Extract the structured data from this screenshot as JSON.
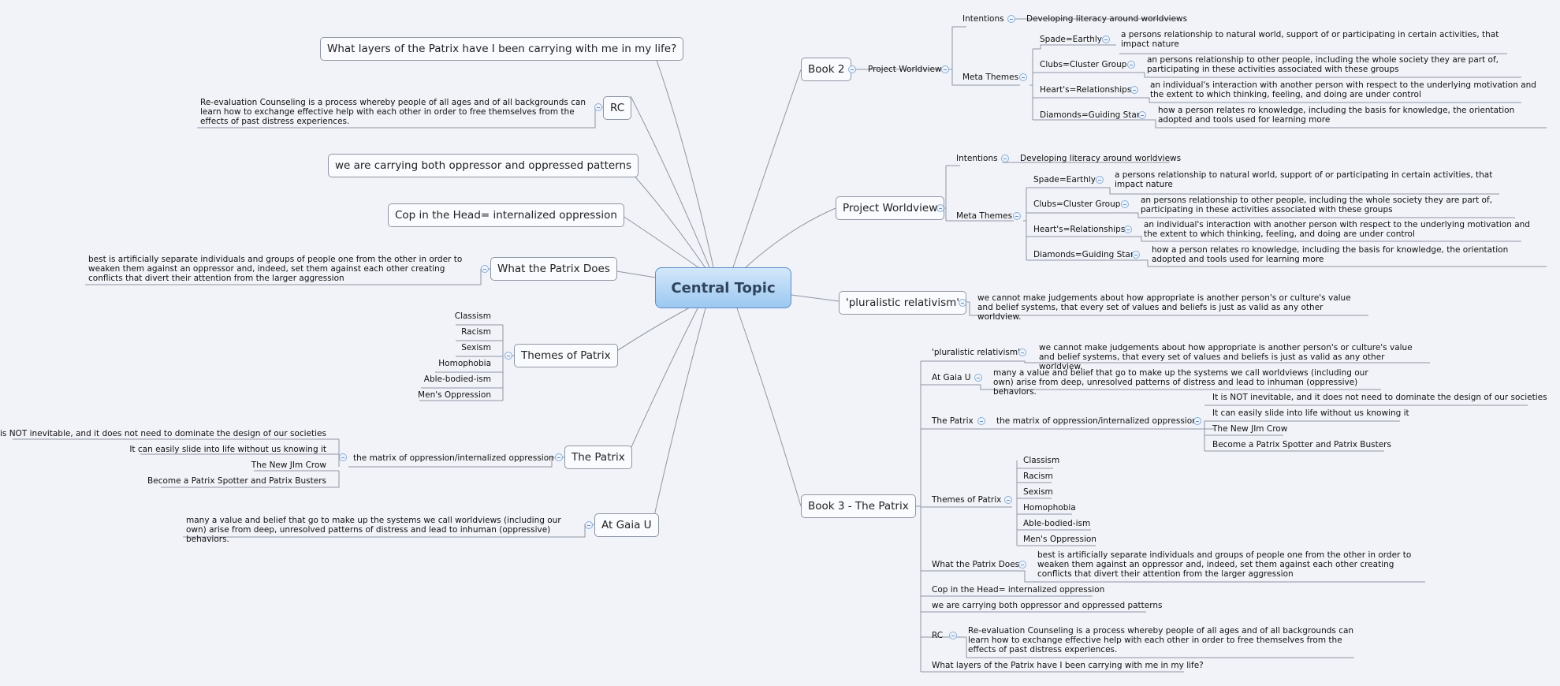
{
  "central": "Central Topic",
  "left": {
    "q_layers": "What layers of the Patrix have I been carrying with me in my life?",
    "rc": "RC",
    "rc_desc": "Re-evaluation Counseling is a process whereby people of all ages and of all backgrounds can learn how to exchange effective help with each other in order to free themselves from the effects of past distress experiences.",
    "both": "we are carrying both oppressor and oppressed patterns",
    "cop": "Cop in the Head= internalized oppression",
    "what_does": "What the Patrix Does",
    "what_does_desc": "best is artificially separate individuals and groups of people one from the other in order to weaken them against an oppressor and, indeed, set them against each other creating conflicts that divert their attention from the larger aggression",
    "themes": "Themes of Patrix",
    "theme_items": [
      "Classism",
      "Racism",
      "Sexism",
      "Homophobia",
      "Able-bodied-ism",
      "Men's Oppression"
    ],
    "patrix": "The Patrix",
    "matrix": "the matrix of oppression/internalized oppression",
    "matrix_items": [
      "It is NOT inevitable, and it does not need to dominate the design of our societies",
      "It can easily slide into life without us knowing it",
      "The New JIm Crow",
      "Become a Patrix Spotter and Patrix Busters"
    ],
    "gaia": "At Gaia U",
    "gaia_desc": "many a value and belief that go to make up the systems we call worldviews (including our own) arise from deep, unresolved patterns of distress and lead to inhuman (oppressive) behaviors."
  },
  "book2": {
    "label": "Book 2",
    "pw": "Project Worldview",
    "intentions": "Intentions",
    "intentions_val": "Developing literacy around worldviews",
    "meta": "Meta Themes",
    "suits": [
      {
        "name": "Spade=Earthly",
        "desc": "a persons relationship to natural world, support of or participating in certain activities, that impact nature"
      },
      {
        "name": "Clubs=Cluster Group",
        "desc": "an persons relationship to other people, including the whole society they are part of, participating in these activities associated with these groups"
      },
      {
        "name": "Heart's=Relationships",
        "desc": "an individual's interaction with another person with respect to the underlying motivation and the extent to which thinking, feeling, and doing are under control"
      },
      {
        "name": "Diamonds=Guiding Star",
        "desc": "how a person relates ro knowledge, including the basis for knowledge, the orientation adopted and tools used for learning more"
      }
    ]
  },
  "pw": {
    "label": "Project Worldview",
    "intentions": "Intentions",
    "intentions_val": "Developing literacy around worldviews",
    "meta": "Meta Themes",
    "suits": [
      {
        "name": "Spade=Earthly",
        "desc": "a persons relationship to natural world, support of or participating in certain activities, that impact nature"
      },
      {
        "name": "Clubs=Cluster Group",
        "desc": "an persons relationship to other people, including the whole society they are part of, participating in these activities associated with these groups"
      },
      {
        "name": "Heart's=Relationships",
        "desc": "an individual's interaction with another person with respect to the underlying motivation and the extent to which thinking, feeling, and doing are under control"
      },
      {
        "name": "Diamonds=Guiding Star",
        "desc": "how a person relates ro knowledge, including the basis for knowledge, the orientation adopted and tools used for learning more"
      }
    ]
  },
  "pr": {
    "label": "'pluralistic relativism'",
    "desc": "we cannot make judgements about how appropriate is another person's or culture's value and belief systems, that every set of values and beliefs is just as valid as any other worldview."
  },
  "book3": {
    "label": "Book 3 - The Patrix",
    "pr": "'pluralistic relativism'",
    "pr_desc": "we cannot make judgements about how appropriate is another person's or culture's value and belief systems, that every set of values and beliefs is just as valid as any other worldview.",
    "gaia": "At Gaia U",
    "gaia_desc": "many a value and belief that go to make up the systems we call worldviews (including our own) arise from deep, unresolved patterns of distress and lead to inhuman (oppressive) behaviors.",
    "patrix": "The Patrix",
    "matrix": "the matrix of oppression/internalized oppression",
    "matrix_items": [
      "It is NOT inevitable, and it does not need to dominate the design of our societies",
      "It can easily slide into life without us knowing it",
      "The New JIm Crow",
      "Become a Patrix Spotter and Patrix Busters"
    ],
    "themes": "Themes of Patrix",
    "theme_items": [
      "Classism",
      "Racism",
      "Sexism",
      "Homophobia",
      "Able-bodied-ism",
      "Men's Oppression"
    ],
    "what_does": "What the Patrix Does",
    "what_does_desc": "best is artificially separate individuals and groups of people one from the other in order to weaken them against an oppressor and, indeed, set them against each other creating conflicts that divert their attention from the larger aggression",
    "cop": "Cop in the Head= internalized oppression",
    "both": "we are carrying both oppressor and oppressed patterns",
    "rc": "RC",
    "rc_desc": "Re-evaluation Counseling is a process whereby people of all ages and of all backgrounds can learn how to exchange effective help with each other in order to free themselves from the effects of past distress experiences.",
    "q_layers": "What layers of the Patrix have I been carrying with me in my life?"
  },
  "colors": {
    "line": "#8e96a4",
    "central_top": "#d3e7fa",
    "central_bottom": "#9cc8f0",
    "collapse": "#6a8fc0",
    "background": "#f1f3f8"
  }
}
